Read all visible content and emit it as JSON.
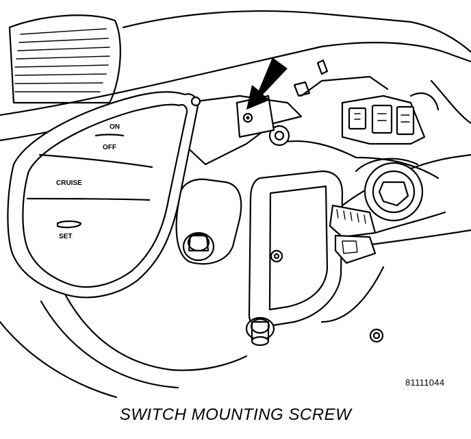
{
  "switch_labels": {
    "on": "ON",
    "off": "OFF",
    "cruise": "CRUISE",
    "set": "SET"
  },
  "part_number": "81111044",
  "caption": "SWITCH MOUNTING SCREW"
}
